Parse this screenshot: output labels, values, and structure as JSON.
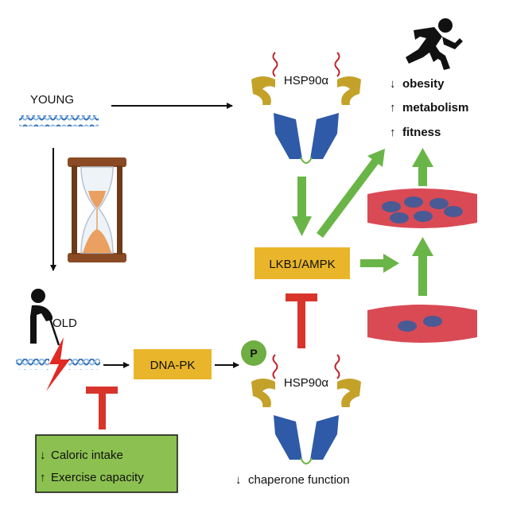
{
  "labels": {
    "young": "YOUNG",
    "old": "OLD",
    "hsp_top": "HSP90α",
    "hsp_bottom": "HSP90α",
    "dna_pk": "DNA-PK",
    "lkb1": "LKB1/AMPK",
    "phospho": "P"
  },
  "outcomes": [
    {
      "arrow": "↓",
      "text": "obesity"
    },
    {
      "arrow": "↑",
      "text": "metabolism"
    },
    {
      "arrow": "↑",
      "text": "fitness"
    }
  ],
  "interventions": [
    {
      "arrow": "↓",
      "text": "Caloric intake"
    },
    {
      "arrow": "↑",
      "text": "Exercise capacity"
    }
  ],
  "chaperone": {
    "arrow": "↓",
    "text": "chaperone function"
  },
  "colors": {
    "activation_green": "#6ab547",
    "inhibition_red": "#d9342b",
    "box_gold": "#e9b52a",
    "hsp_blue": "#2e5aa8",
    "hsp_gold": "#c4a22a",
    "muscle_red": "#d94a55",
    "mito_blue": "#4a5a94",
    "intervention_green": "#8cc151"
  }
}
